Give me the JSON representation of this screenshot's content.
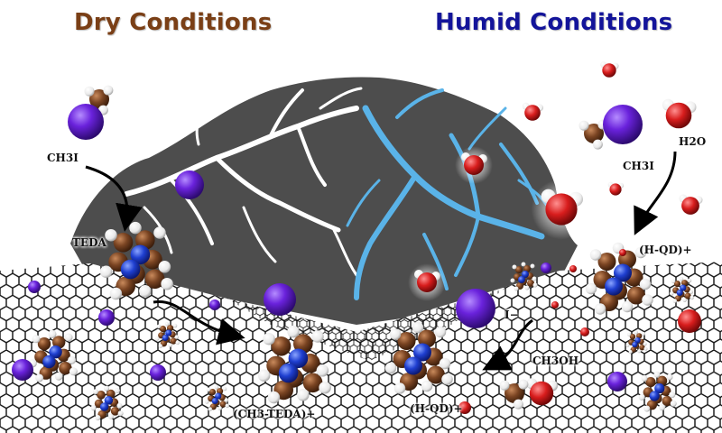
{
  "titles": {
    "dry": "Dry Conditions",
    "humid": "Humid Conditions"
  },
  "labels": {
    "ch3i_left": "CH3I",
    "teda": "TEDA",
    "ch3_teda": "(CH3-TEDA)+",
    "h_qd_bottom": "(H-QD)+",
    "ch3oh": "CH3OH",
    "i_minus": "I−",
    "h_qd_right": "(H-QD)+",
    "ch3i_right": "CH3I",
    "h2o": "H2O"
  },
  "colors": {
    "dry_title": "#7a3f16",
    "humid_title": "#13149a",
    "pore_gray": "#4d4d4d",
    "channel_white": "#ffffff",
    "channel_blue": "#5ab3e8",
    "iodine": "#6b1fd6",
    "carbon": "#7a4422",
    "nitrogen": "#1f3fd0",
    "hydrogen": "#f4f4f4",
    "oxygen": "#d81d1d",
    "graphene": "#111111"
  }
}
